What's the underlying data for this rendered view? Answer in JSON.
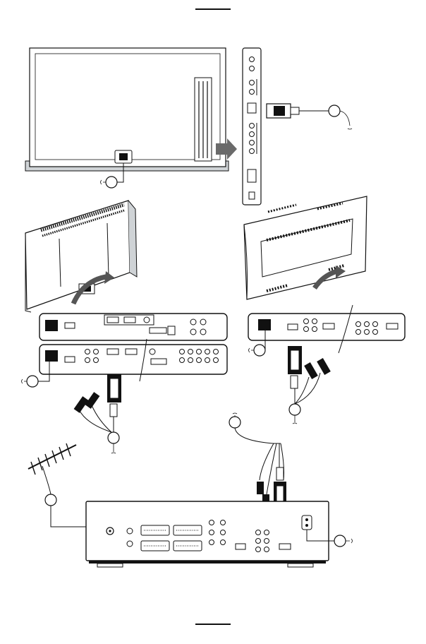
{
  "page": {
    "title": "",
    "panels": [
      {
        "id": "flat-tv-rear",
        "label": ""
      },
      {
        "id": "side-connector-strip",
        "label": ""
      },
      {
        "id": "crt-tv-rear",
        "label": ""
      },
      {
        "id": "compact-tv-rear",
        "label": ""
      },
      {
        "id": "vcr-rear",
        "label": ""
      }
    ],
    "callouts": [
      {
        "id": "mains-plug-top",
        "text": ""
      },
      {
        "id": "pc-cable-top",
        "text": ""
      },
      {
        "id": "mains-plug-left",
        "text": ""
      },
      {
        "id": "mains-plug-right",
        "text": ""
      },
      {
        "id": "pc-cable-left",
        "text": ""
      },
      {
        "id": "pc-cable-right",
        "text": ""
      },
      {
        "id": "antenna",
        "text": ""
      },
      {
        "id": "vcr-mains",
        "text": ""
      }
    ],
    "colors": {
      "ink": "#111111",
      "panel_fill": "#ffffff",
      "shade": "#cfd3d6",
      "dark_shade": "#6a6a6a"
    }
  }
}
